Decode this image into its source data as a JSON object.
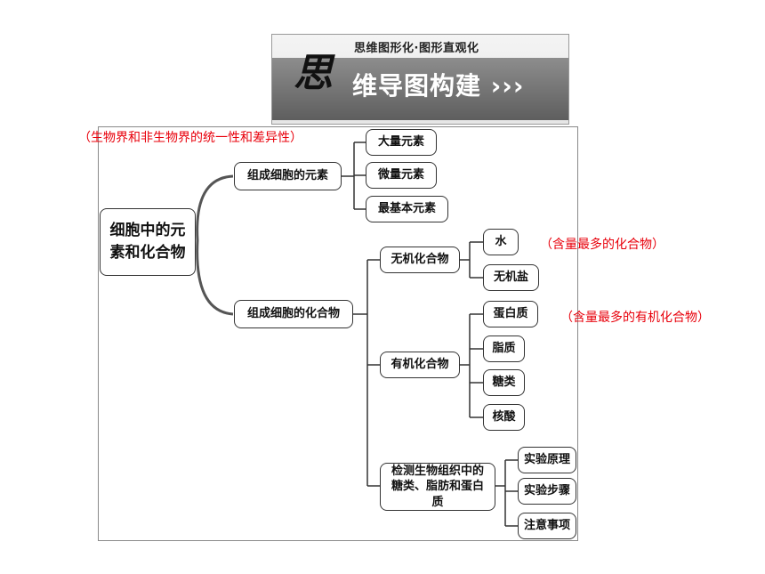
{
  "banner": {
    "subtitle": "思维图形化·图形直观化",
    "big_char": "思",
    "main": "维导图构建 ›››"
  },
  "notes": {
    "elements_note": "（生物界和非生物界的统一性和差异性）",
    "water_note": "（含量最多的化合物）",
    "protein_note": "（含量最多的有机化合物）"
  },
  "tree": {
    "root": "细胞中的元素和化合物",
    "elements": {
      "label": "组成细胞的元素",
      "items": [
        "大量元素",
        "微量元素",
        "最基本元素"
      ]
    },
    "compounds": {
      "label": "组成细胞的化合物",
      "inorganic": {
        "label": "无机化合物",
        "items": [
          "水",
          "无机盐"
        ]
      },
      "organic": {
        "label": "有机化合物",
        "items": [
          "蛋白质",
          "脂质",
          "糖类",
          "核酸"
        ]
      },
      "detection": {
        "label": "检测生物组织中的糖类、脂肪和蛋白质",
        "items": [
          "实验原理",
          "实验步骤",
          "注意事项"
        ]
      }
    }
  }
}
